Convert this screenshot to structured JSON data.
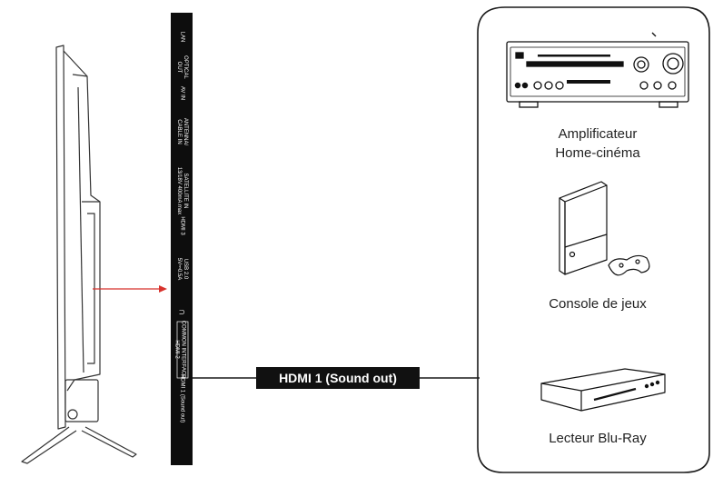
{
  "ports": [
    {
      "id": "lan",
      "lines": [
        "LAN"
      ]
    },
    {
      "id": "optical",
      "lines": [
        "OPTICAL",
        "OUT"
      ]
    },
    {
      "id": "avin",
      "lines": [
        "AV IN"
      ]
    },
    {
      "id": "antenna",
      "lines": [
        "ANTENNA/",
        "CABLE IN"
      ]
    },
    {
      "id": "satellite",
      "lines": [
        "SATELLITE IN",
        "13/18V 400mA max"
      ]
    },
    {
      "id": "hdmi3",
      "lines": [
        "HDMI 3"
      ]
    },
    {
      "id": "usb",
      "lines": [
        "USB 2.0",
        "5V⎓0.5A"
      ]
    },
    {
      "id": "headphone",
      "lines": [
        "∩"
      ]
    },
    {
      "id": "ci",
      "lines": [
        "COMMON INTERFACE"
      ]
    },
    {
      "id": "hdmi2",
      "lines": [
        "HDMI 2"
      ]
    },
    {
      "id": "hdmi1",
      "lines": [
        "HDMI 1 (Sound out)"
      ]
    }
  ],
  "cable_label": "HDMI 1 (Sound out)",
  "devices": {
    "amplifier": {
      "line1": "Amplificateur",
      "line2": "Home-cinéma"
    },
    "console": {
      "label": "Console de jeux"
    },
    "bluray": {
      "label": "Lecteur Blu-Ray"
    }
  },
  "colors": {
    "arrow": "#d8322c",
    "panel": "#0d0d0d",
    "line": "#1a1a1a"
  }
}
